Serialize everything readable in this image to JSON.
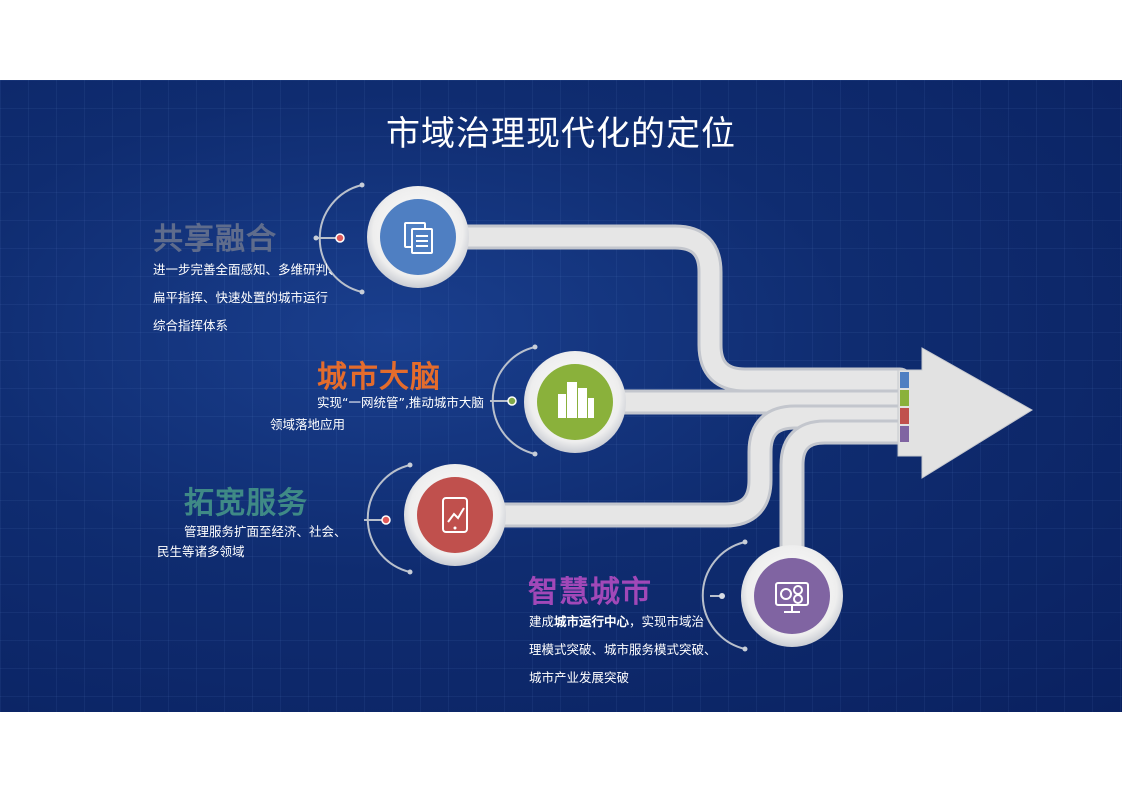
{
  "title": "市域治理现代化的定位",
  "colors": {
    "blue": "#4f7fc2",
    "green": "#8ab13b",
    "red": "#c0504d",
    "purple": "#8064a2",
    "pipe": "#e6e6e6",
    "heading_gray": "#5f6c8c",
    "heading_orange": "#e46c2c",
    "heading_teal": "#3f8a86",
    "heading_purple": "#a148b8"
  },
  "items": [
    {
      "heading": "共享融合",
      "desc_lines": [
        "进一步完善全面感知、多维研判、",
        "扁平指挥、快速处置的城市运行",
        "综合指挥体系"
      ],
      "icon": "document-icon"
    },
    {
      "heading": "城市大脑",
      "desc_line1": "实现“一网统管”,推动城市大脑",
      "desc_line2": "领域落地应用",
      "icon": "buildings-icon"
    },
    {
      "heading": "拓宽服务",
      "desc_line1": "管理服务扩面至经济、社会、",
      "desc_line2": "民生等诸多领域",
      "icon": "mobile-chart-icon"
    },
    {
      "heading": "智慧城市",
      "desc_prefix": "建成",
      "desc_bold": "城市运行中心",
      "desc_suffix": "，实现市域治",
      "desc_line2": "理模式突破、城市服务模式突破、",
      "desc_line3": "城市产业发展突破",
      "icon": "monitor-money-icon"
    }
  ]
}
